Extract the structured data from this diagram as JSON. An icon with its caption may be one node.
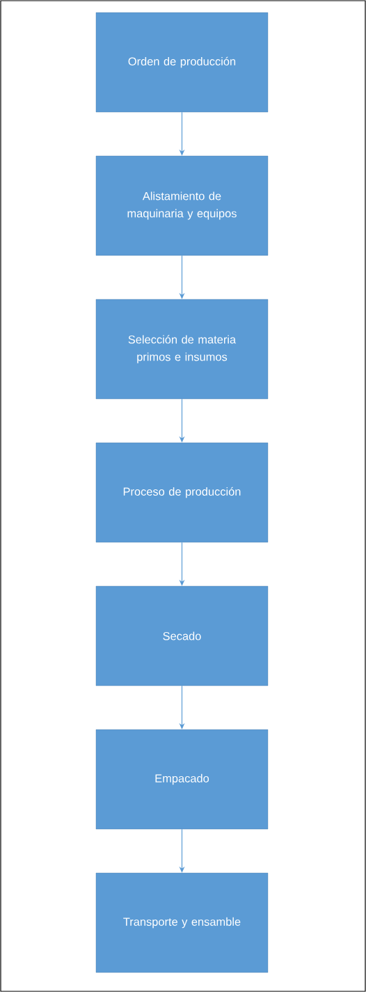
{
  "diagram": {
    "nodes": [
      {
        "text": [
          "Orden de producción"
        ]
      },
      {
        "text": [
          "Alistamiento de maquinaria y equipos"
        ]
      },
      {
        "text": [
          "Selección de materia primos e insumos"
        ]
      },
      {
        "text": [
          "Proceso de producción"
        ]
      },
      {
        "text": [
          "Secado"
        ]
      },
      {
        "text": [
          "Empacado"
        ]
      },
      {
        "text": [
          "Transporte y ensamble"
        ]
      }
    ],
    "edges": [
      {
        "from": 0,
        "to": 1,
        "arrow": "to"
      },
      {
        "from": 1,
        "to": 2,
        "arrow": "to"
      },
      {
        "from": 2,
        "to": 3,
        "arrow": "to"
      },
      {
        "from": 3,
        "to": 4,
        "arrow": "to"
      },
      {
        "from": 4,
        "to": 5,
        "arrow": "to"
      },
      {
        "from": 5,
        "to": 6,
        "arrow": "to"
      }
    ]
  }
}
